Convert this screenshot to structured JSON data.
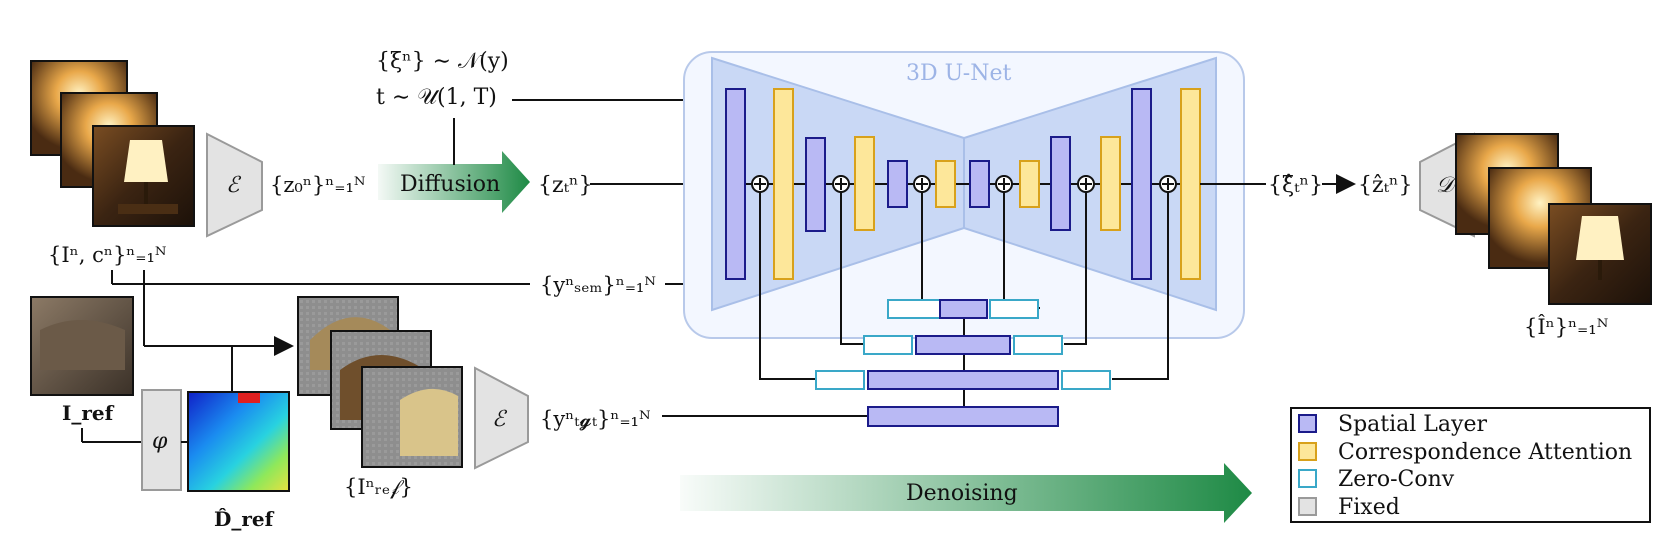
{
  "unet": {
    "title": "3D U-Net"
  },
  "labels": {
    "noise_line1": "{ξⁿ} ∼ 𝒩(y)",
    "noise_line2": "t ∼ 𝒰(1, T)",
    "z0": "{z₀ⁿ}ⁿ₌₁ᴺ",
    "diffusion": "Diffusion",
    "zt": "{zₜⁿ}",
    "input_set": "{Iⁿ, cⁿ}ⁿ₌₁ᴺ",
    "ysem": "{yⁿₛₑₘ}ⁿ₌₁ᴺ",
    "iref": "I_ref",
    "phi": "φ",
    "dref": "D̂_ref",
    "iref_set": "{Iⁿᵣₑ𝒻}",
    "ytgt": "{yⁿₜ𝓰ₜ}ⁿ₌₁ᴺ",
    "xi_hat": "{ξ̂ₜⁿ}",
    "z_hat": "{ẑₜⁿ}",
    "output_set": "{Îⁿ}ⁿ₌₁ᴺ",
    "encoder": "ℰ",
    "decoder": "𝒟",
    "denoising": "Denoising"
  },
  "legend": {
    "items": [
      {
        "label": "Spatial Layer",
        "fill": "#b9b9f4",
        "stroke": "#1b1b8a"
      },
      {
        "label": "Correspondence Attention",
        "fill": "#fde79a",
        "stroke": "#d8a11b"
      },
      {
        "label": "Zero-Conv",
        "fill": "#ffffff",
        "stroke": "#3aa8c8"
      },
      {
        "label": "Fixed",
        "fill": "#e3e3e3",
        "stroke": "#9a9a9a"
      }
    ]
  },
  "colors": {
    "spatial_fill": "#b9b9f4",
    "spatial_stroke": "#1b1b8a",
    "attn_fill": "#fde79a",
    "attn_stroke": "#d8a11b",
    "zeroconv_stroke": "#3aa8c8",
    "fixed_fill": "#e3e3e3",
    "arrow_green": "#1e8a45",
    "unet_bg": "#c9d8f5"
  }
}
